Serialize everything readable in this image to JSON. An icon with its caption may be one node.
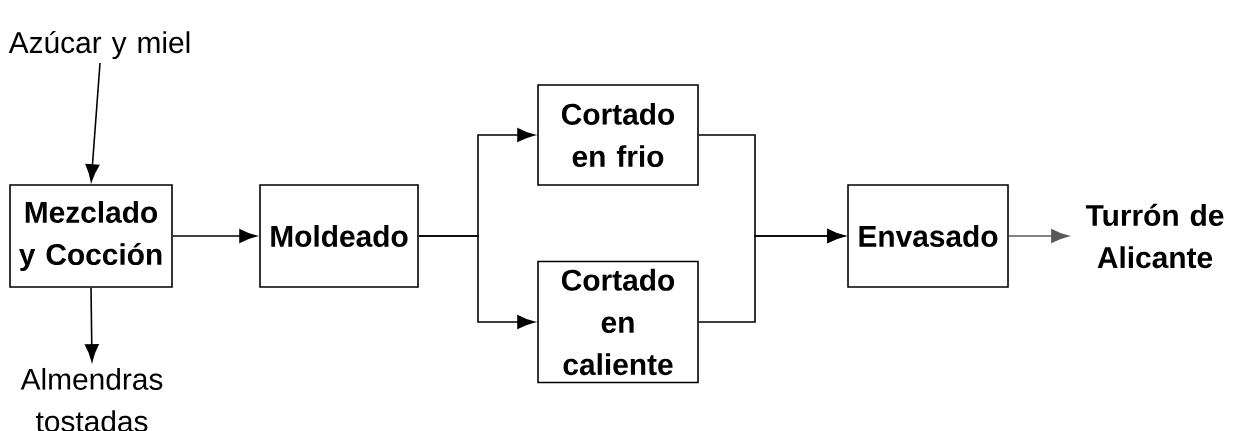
{
  "diagram": {
    "nodes": [
      {
        "text": [
          "Azúcar y miel"
        ]
      },
      {
        "text": [
          "Mezclado y Cocción"
        ]
      },
      {
        "text": [
          "Almendras tostadas"
        ]
      },
      {
        "text": [
          "Moldeado"
        ]
      },
      {
        "text": [
          "Cortado en frio"
        ]
      },
      {
        "text": [
          "Cortado en caliente"
        ]
      },
      {
        "text": [
          "Envasado"
        ]
      },
      {
        "text": [
          "Turrón de Alicante"
        ]
      }
    ],
    "edges": [
      {
        "from": 0,
        "to": 1,
        "arrow": "to"
      },
      {
        "from": 1,
        "to": 2,
        "arrow": "to"
      },
      {
        "from": 1,
        "to": 3,
        "arrow": "to"
      },
      {
        "from": 3,
        "to": 4,
        "arrow": "to"
      },
      {
        "from": 3,
        "to": 5,
        "arrow": "to"
      },
      {
        "from": 4,
        "to": 6,
        "arrow": "to"
      },
      {
        "from": 5,
        "to": 6,
        "arrow": "to"
      },
      {
        "from": 6,
        "to": 7,
        "arrow": "to",
        "color": "#595959"
      }
    ]
  }
}
